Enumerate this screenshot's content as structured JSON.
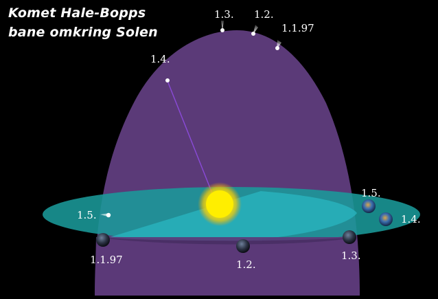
{
  "title": {
    "line1": "Komet Hale-Bopps",
    "line2": "bane omkring Solen"
  },
  "comet_labels": {
    "jan": "1.1.97",
    "feb": "1.2.",
    "mar": "1.3.",
    "apr": "1.4.",
    "may": "1.5."
  },
  "earth_labels": {
    "jan": "1.1.97",
    "feb": "1.2.",
    "mar": "1.3.",
    "apr": "1.4.",
    "may": "1.5."
  },
  "colors": {
    "background": "#000000",
    "comet_orbit_plane": "#5b3a78",
    "ecliptic_plane": "#1a9a9a",
    "sun": "#ffee00",
    "text": "#ffffff"
  }
}
